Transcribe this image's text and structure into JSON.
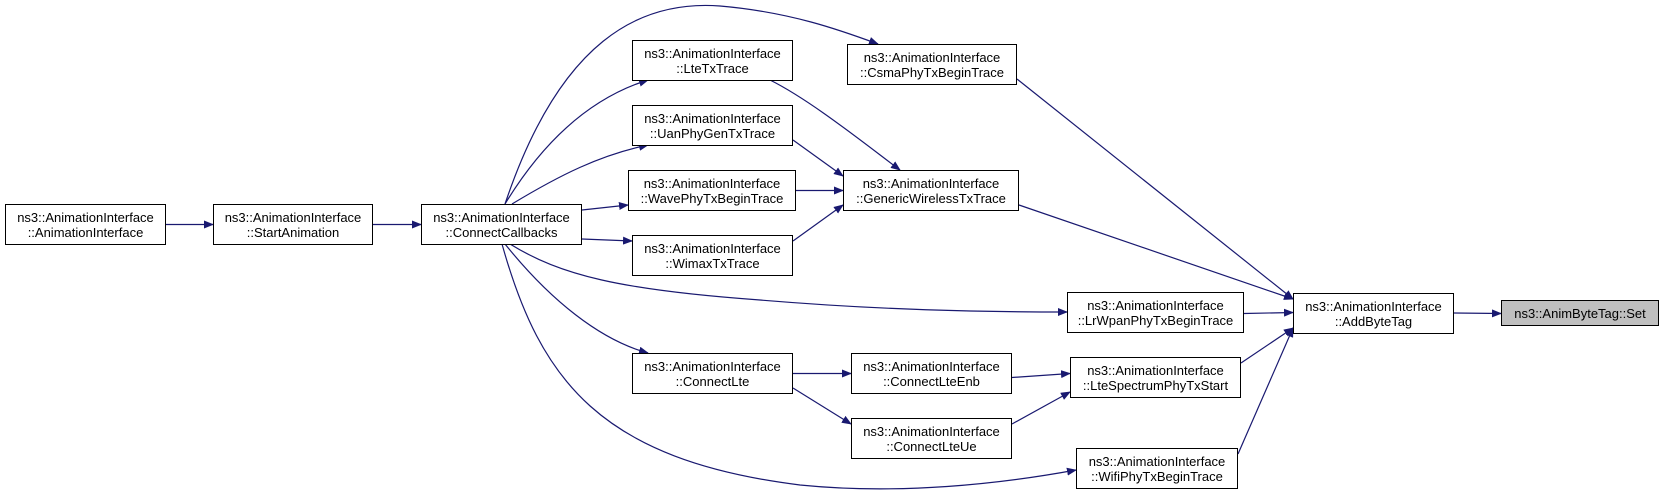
{
  "diagram": {
    "title": "Caller graph for ns3::AnimByteTag::Set",
    "edge_color": "#191970",
    "current_node_fill": "#bfbfbf",
    "nodes": [
      {
        "id": "animationinterface",
        "line1": "ns3::AnimationInterface",
        "line2": "::AnimationInterface"
      },
      {
        "id": "startanimation",
        "line1": "ns3::AnimationInterface",
        "line2": "::StartAnimation"
      },
      {
        "id": "connectcallbacks",
        "line1": "ns3::AnimationInterface",
        "line2": "::ConnectCallbacks"
      },
      {
        "id": "ltetxtrace",
        "line1": "ns3::AnimationInterface",
        "line2": "::LteTxTrace"
      },
      {
        "id": "uanphygentxtrace",
        "line1": "ns3::AnimationInterface",
        "line2": "::UanPhyGenTxTrace"
      },
      {
        "id": "wavephytxbegintrace",
        "line1": "ns3::AnimationInterface",
        "line2": "::WavePhyTxBeginTrace"
      },
      {
        "id": "wimaxtxtrace",
        "line1": "ns3::AnimationInterface",
        "line2": "::WimaxTxTrace"
      },
      {
        "id": "connectlte",
        "line1": "ns3::AnimationInterface",
        "line2": "::ConnectLte"
      },
      {
        "id": "csmaphytxbegintrace",
        "line1": "ns3::AnimationInterface",
        "line2": "::CsmaPhyTxBeginTrace"
      },
      {
        "id": "genericwirelesstxtrace",
        "line1": "ns3::AnimationInterface",
        "line2": "::GenericWirelessTxTrace"
      },
      {
        "id": "connectlteenb",
        "line1": "ns3::AnimationInterface",
        "line2": "::ConnectLteEnb"
      },
      {
        "id": "connectlteue",
        "line1": "ns3::AnimationInterface",
        "line2": "::ConnectLteUe"
      },
      {
        "id": "lrwpanphytxbegintrace",
        "line1": "ns3::AnimationInterface",
        "line2": "::LrWpanPhyTxBeginTrace"
      },
      {
        "id": "ltespectrumphytxstart",
        "line1": "ns3::AnimationInterface",
        "line2": "::LteSpectrumPhyTxStart"
      },
      {
        "id": "wifiphytxbegintrace",
        "line1": "ns3::AnimationInterface",
        "line2": "::WifiPhyTxBeginTrace"
      },
      {
        "id": "addbytetag",
        "line1": "ns3::AnimationInterface",
        "line2": "::AddByteTag"
      },
      {
        "id": "set",
        "line1": "ns3::AnimByteTag::Set",
        "line2": "",
        "current": true
      }
    ],
    "edges": [
      {
        "from": "animationinterface",
        "to": "startanimation"
      },
      {
        "from": "startanimation",
        "to": "connectcallbacks"
      },
      {
        "from": "connectcallbacks",
        "to": "ltetxtrace"
      },
      {
        "from": "connectcallbacks",
        "to": "uanphygentxtrace"
      },
      {
        "from": "connectcallbacks",
        "to": "wavephytxbegintrace"
      },
      {
        "from": "connectcallbacks",
        "to": "wimaxtxtrace"
      },
      {
        "from": "connectcallbacks",
        "to": "csmaphytxbegintrace"
      },
      {
        "from": "connectcallbacks",
        "to": "connectlte"
      },
      {
        "from": "connectcallbacks",
        "to": "lrwpanphytxbegintrace"
      },
      {
        "from": "connectcallbacks",
        "to": "wifiphytxbegintrace"
      },
      {
        "from": "ltetxtrace",
        "to": "genericwirelesstxtrace"
      },
      {
        "from": "uanphygentxtrace",
        "to": "genericwirelesstxtrace"
      },
      {
        "from": "wavephytxbegintrace",
        "to": "genericwirelesstxtrace"
      },
      {
        "from": "wimaxtxtrace",
        "to": "genericwirelesstxtrace"
      },
      {
        "from": "connectlte",
        "to": "connectlteenb"
      },
      {
        "from": "connectlte",
        "to": "connectlteue"
      },
      {
        "from": "connectlteenb",
        "to": "ltespectrumphytxstart"
      },
      {
        "from": "connectlteue",
        "to": "ltespectrumphytxstart"
      },
      {
        "from": "csmaphytxbegintrace",
        "to": "addbytetag"
      },
      {
        "from": "genericwirelesstxtrace",
        "to": "addbytetag"
      },
      {
        "from": "lrwpanphytxbegintrace",
        "to": "addbytetag"
      },
      {
        "from": "ltespectrumphytxstart",
        "to": "addbytetag"
      },
      {
        "from": "wifiphytxbegintrace",
        "to": "addbytetag"
      },
      {
        "from": "addbytetag",
        "to": "set"
      }
    ]
  }
}
